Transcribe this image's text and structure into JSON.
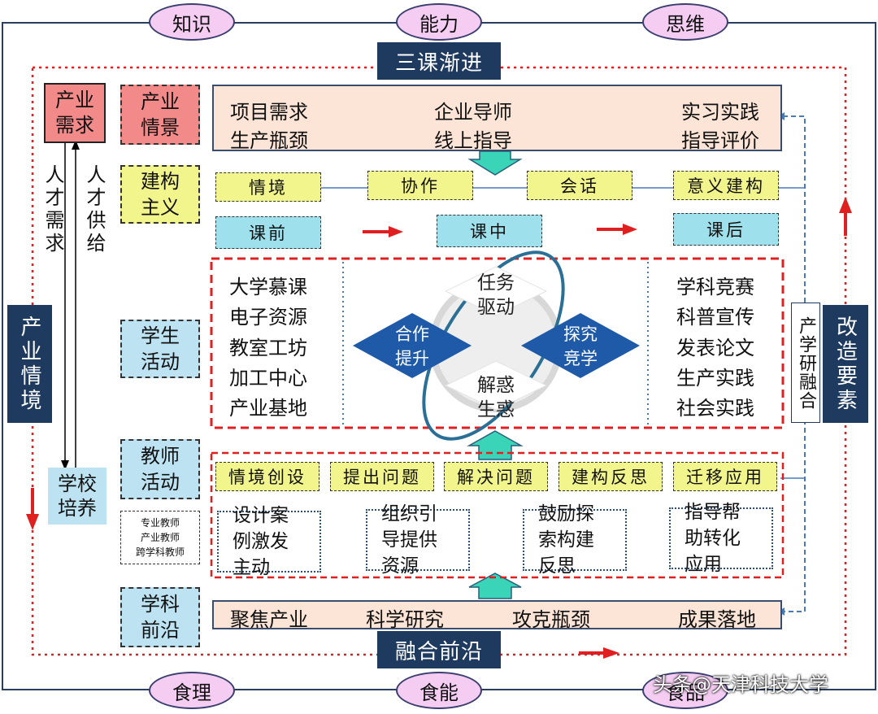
{
  "top_ovals": [
    "知识",
    "能力",
    "思维"
  ],
  "bottom_ovals": [
    "食理",
    "食能",
    "食品"
  ],
  "top_banner": "三课渐进",
  "bottom_banner": "融合前沿",
  "left_side": {
    "industry_demand": "产业需求",
    "talent_demand": "人才需求",
    "talent_supply": "人才供给",
    "school_training": "学校培养",
    "industry_context": "产业情境"
  },
  "right_side": {
    "integration": "产学研融合",
    "reform": "改造要素"
  },
  "row_labels": {
    "industry_scene": "产业情景",
    "constructivism": "建构主义",
    "student_activity": "学生活动",
    "teacher_activity": "教师活动",
    "teacher_types": [
      "专业教师",
      "产业教师",
      "跨学科教师"
    ],
    "frontier": "学科前沿"
  },
  "industry_box": {
    "col1": [
      "项目需求",
      "生产瓶颈"
    ],
    "col2": [
      "企业导师",
      "线上指导"
    ],
    "col3": [
      "实习实践",
      "指导评价"
    ]
  },
  "construct_steps": [
    "情境",
    "协作",
    "会话",
    "意义建构"
  ],
  "class_stages": [
    "课前",
    "课中",
    "课后"
  ],
  "student": {
    "left": [
      "大学慕课",
      "电子资源",
      "教室工坊",
      "加工中心",
      "产业基地"
    ],
    "right": [
      "学科竞赛",
      "科普宣传",
      "发表论文",
      "生产实践",
      "社会实践"
    ],
    "task": "任务驱动",
    "doubt": "解惑生惑",
    "coop": "合作提升",
    "explore": "探究竞学"
  },
  "teacher_steps": [
    "情境创设",
    "提出问题",
    "解决问题",
    "建构反思",
    "迁移应用"
  ],
  "teacher_actions": [
    "设计案例激发主动",
    "组织引导提供资源",
    "鼓励探索构建反思",
    "指导帮助转化应用"
  ],
  "frontier_items": [
    "聚焦产业",
    "科学研究",
    "攻克瓶颈",
    "成果落地"
  ],
  "watermark": "头条@天津科技大学",
  "colors": {
    "navy": "#1f3a5f",
    "oval_fill": "#f5cdf3",
    "red_dash": "#e02020",
    "teal_arrow": "#3ad4b8"
  }
}
